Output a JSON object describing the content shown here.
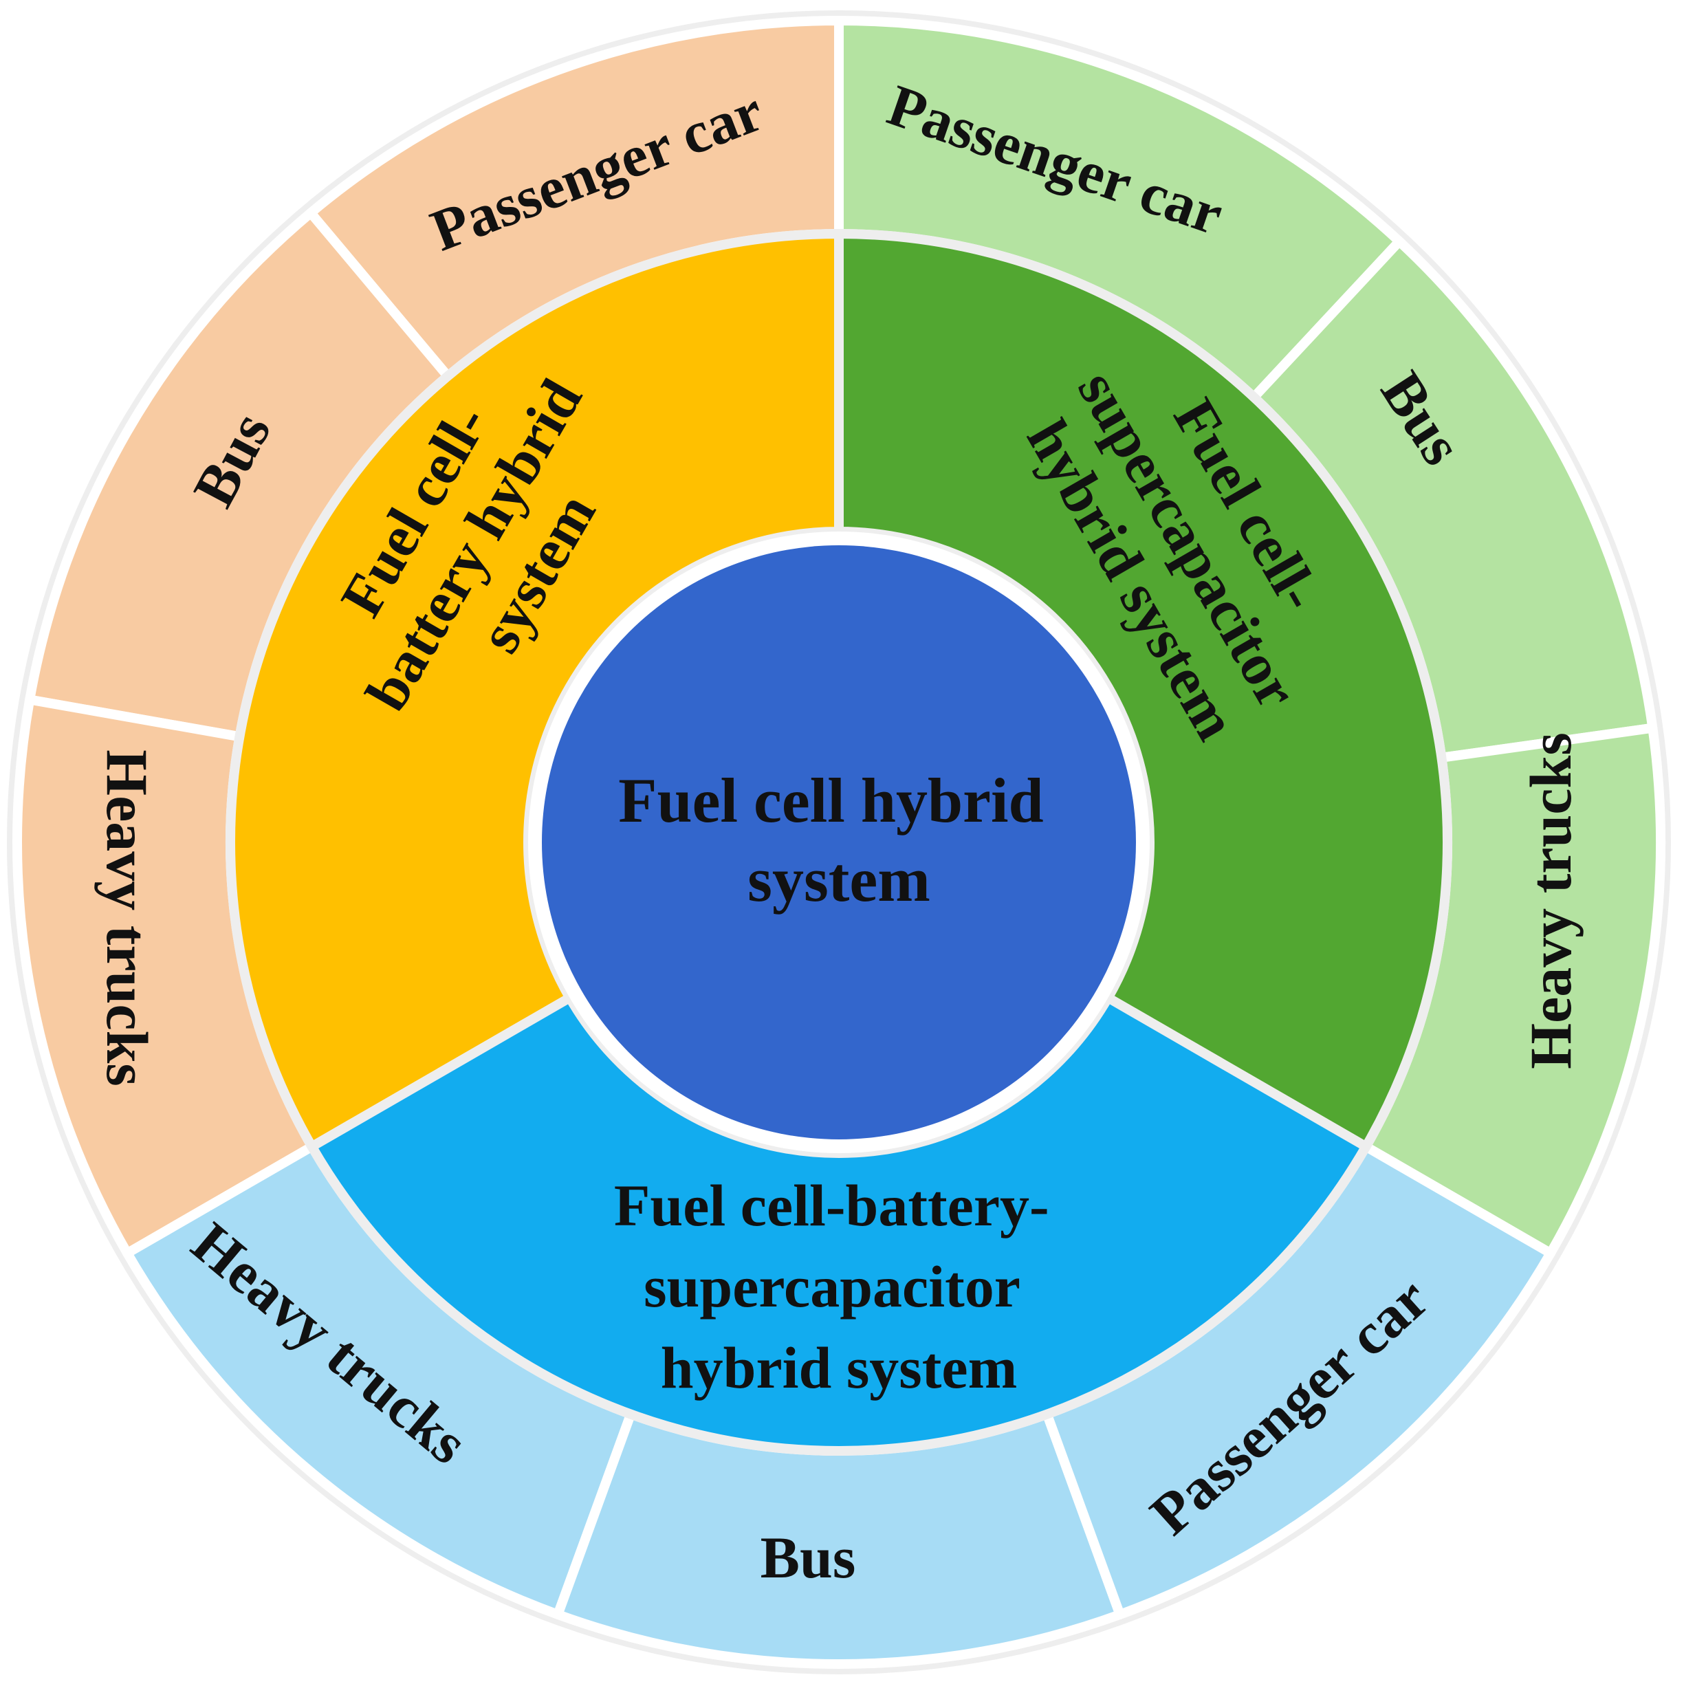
{
  "center": {
    "lines": [
      "Fuel cell hybrid",
      "system"
    ],
    "color": "#3366cc"
  },
  "systems": [
    {
      "id": "battery",
      "lines": [
        "Fuel cell-",
        "battery hybrid",
        "system"
      ],
      "color": "#ffc000",
      "light_color": "#f8cba2",
      "applications": [
        "Passenger car",
        "Bus",
        "Heavy trucks"
      ]
    },
    {
      "id": "supercapacitor",
      "lines": [
        "Fuel cell-",
        "supercapacitor",
        "hybrid system"
      ],
      "color": "#52a731",
      "light_color": "#b4e3a1",
      "applications": [
        "Passenger car",
        "Bus",
        "Heavy trucks"
      ]
    },
    {
      "id": "battery-supercapacitor",
      "lines": [
        "Fuel cell-battery-",
        "supercapacitor",
        "hybrid system"
      ],
      "color": "#12acef",
      "light_color": "#a7dcf5",
      "applications": [
        "Heavy trucks",
        "Bus",
        "Passenger car"
      ]
    }
  ],
  "border_color": "#eeeeee",
  "separator_color": "#ffffff"
}
